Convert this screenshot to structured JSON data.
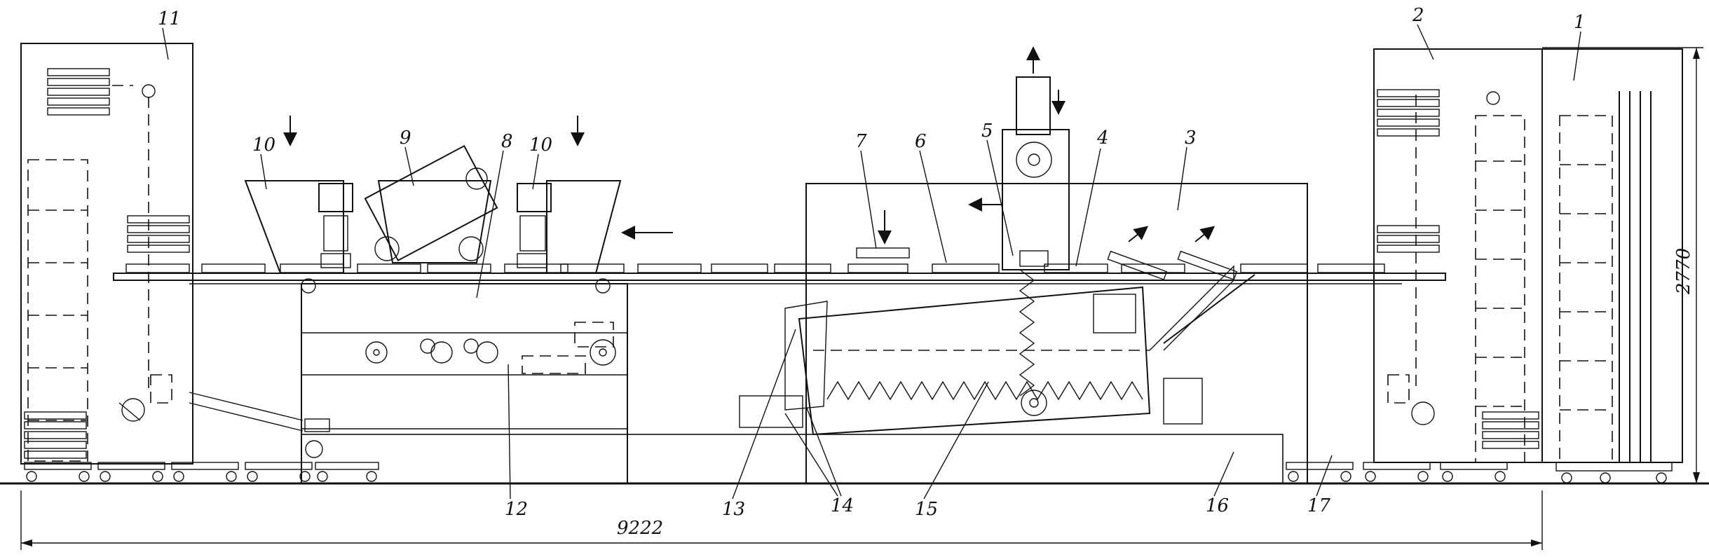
{
  "callouts": [
    "1",
    "2",
    "3",
    "4",
    "5",
    "6",
    "7",
    "8",
    "9",
    "10",
    "10",
    "11",
    "12",
    "13",
    "14",
    "15",
    "16",
    "17"
  ],
  "dimensions": {
    "overall_length": "9222",
    "overall_height": "2770"
  }
}
